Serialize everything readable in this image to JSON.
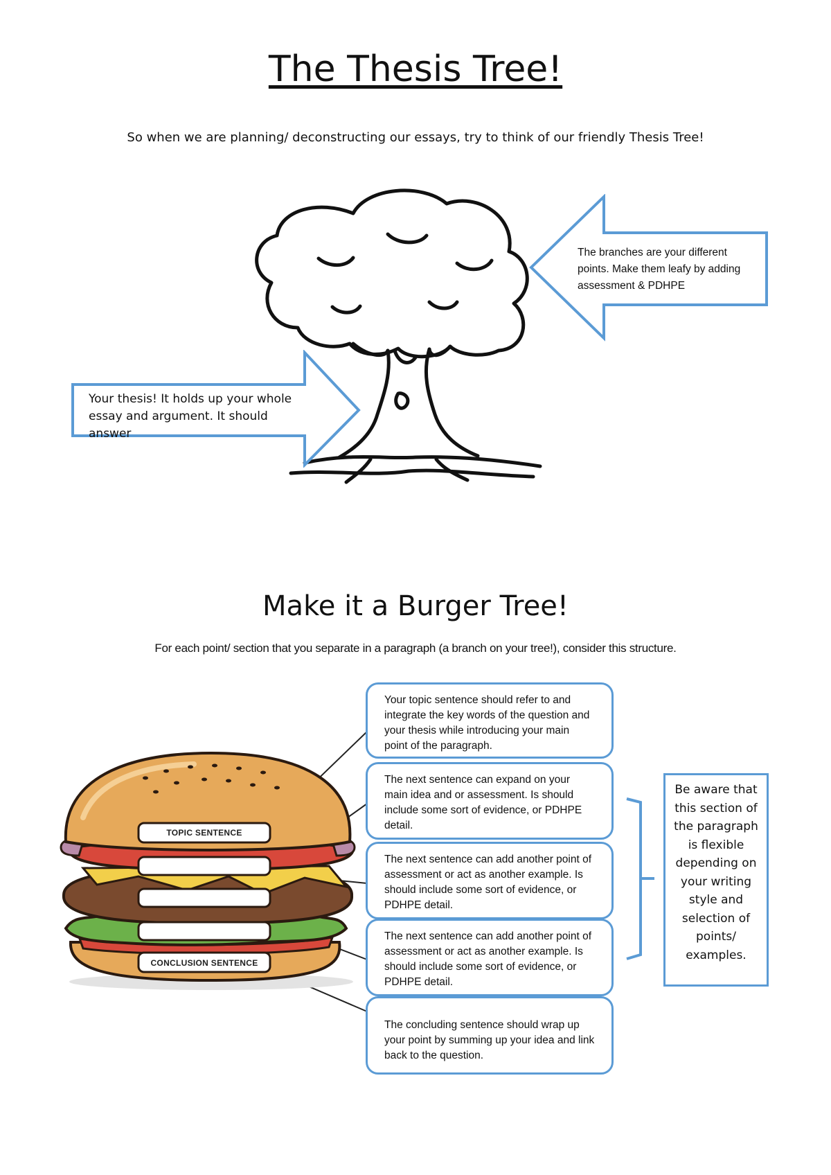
{
  "title": "The Thesis Tree!",
  "intro": "So when we are planning/ deconstructing our essays, try to think of our friendly Thesis Tree!",
  "tree": {
    "branches_text": "The branches are your different points. Make them leafy by adding assessment & PDHPE",
    "thesis_text": "Your thesis! It holds up your whole essay and argument. It should answer"
  },
  "burger_section": {
    "title": "Make it a Burger Tree!",
    "intro": "For each point/ section that you separate in a paragraph (a branch on your tree!), consider this structure.",
    "burger_labels": {
      "topic": "TOPIC SENTENCE",
      "conclusion": "CONCLUSION SENTENCE"
    },
    "boxes": [
      "Your topic sentence should refer to and integrate the key words of the question and your thesis while introducing your main point of the paragraph.",
      "The next sentence can expand on your main idea and or assessment. Is should include some sort of evidence, or PDHPE detail.",
      "The next sentence can add another point of assessment or act as another example. Is should include some sort of evidence, or PDHPE detail.",
      "The next sentence can add another point of assessment or act as another example. Is should include some sort of evidence, or PDHPE detail.",
      "The concluding sentence should wrap up your point by summing up your idea and link back to the question."
    ],
    "aware_note": "Be aware that this section of the paragraph is flexible depending on your writing style and selection of points/ examples."
  },
  "colors": {
    "accent_blue": "#5b9bd5"
  }
}
